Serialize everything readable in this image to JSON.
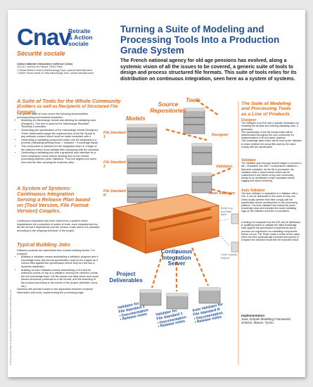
{
  "logo": {
    "word": "Cnav",
    "side_line1": "Retraite",
    "side_line2": "& Action",
    "side_line3": "sociale",
    "subtitle": "Sécurité sociale"
  },
  "org": {
    "line1": "Caisse nationale d'assurance vieillesse (Cnav)",
    "line2": "110-112, avenue de Flandre 75019 Paris",
    "line3": "• Pascal Rivière Head of Methodology Dept • pascal.riviere@cnav.fr",
    "line4": "• Olivier Rosec Head of Data Interchange Unit • olivier.rosec@cnav.fr"
  },
  "title": "Turning a Suite of Modeling and Processing Tools Into a Production Grade System",
  "intro": "The French national agency for old age pensions has evolved, along a systemic vision of all the issues to be covered, a generic suite of tools to design and process structured file formats. This suite of tools relies for its distribution on continuous integration, seen here as a system of systems.",
  "left": {
    "s1_title_1": "A Suite of Tools for the Whole Community",
    "s1_title_2": "(Emitters as well as Recipients of Structured File Formats)",
    "s1_intro": "The generic suite of tools covers the following functionalities (corresponding tool between brackets):",
    "s1_items": [
      "Modeling an interchange format and defining its validating rules (Designer). This tool is used by the Interchange Standard Technical Committee",
      "Generating the specification of the interchange format (Designer). These deliverables target the implementers of the file format in any software product which must be made compliant with it",
      "Generating a validating component which can be integrated in a process (Validating building block = Validator + Knowledge Base)",
      "This component is intended for the integration team in charge of the platform which must validate files complying with the standard",
      "Generating a validating tool with a graphical user interface for a local compliance check before sending files to the remote processing platform (Auto Validator). This tool targets end users who emit the files carrying the business data"
    ],
    "s2_title_1": "A System of Systems:",
    "s2_title_2": "Continuous Integration",
    "s2_title_3": "Serving a Release Plan based",
    "s2_title_4": "on (Tool Version, File Format",
    "s2_title_5": "Version) Couples.",
    "s2_text": "Continuous integration has been turned into a system which industrializes the production of suites of tools, each characterized by the file format it implements and the version under which it is released according to the shipping schedule of the project.",
    "s3_title": "Typical Building Jobs",
    "s3_intro": "Different products are assembled from shared building blocks. For example:",
    "s3_items": [
      "Building a Validator means assembling a validator program and a knowledge base (the formal specification read by the engine as it checks files against the specification before they are fed into a business database)",
      "Building an Auto Validator means assembling a GUI and its extension points on top of a validator. Among the common points are the knowledge base, the file format and data views and report stream structures particular to a file format, and the branding of the product according to the needs of the project (Website, icons, etc.)"
    ],
    "s3_outro": "Generics still provide thanks to the separation between modeled information and tools, implementing the processing logic."
  },
  "diagram": {
    "source_repos_1": "Source",
    "source_repos_2": "Repositories",
    "models": "Models",
    "tools": "Tools",
    "file_std_1": "File Standard 1",
    "file_std_2": "File Standard 2",
    "file_std_n": "File Standard N",
    "designer": "Designer",
    "validator": "Validator",
    "auto_validator": "Auto Validator",
    "ci_1": "Continuous",
    "ci_2": "Integration",
    "ci_3": "Server",
    "build_log": "Build Log and Mail Alert",
    "code_quality": "Code Quality Report",
    "deliverables_1": "Project",
    "deliverables_2": "Deliverables",
    "out1_1": "Validator for",
    "out1_2": "File Standard 2",
    "out1_3": "• Documentation",
    "out1_4": "• Release notes",
    "out2_1": "Validator for",
    "out2_2": "File Standard 1",
    "out2_3": "• Documentation",
    "out2_4": "• Release notes",
    "out3_1": "Auto Validator for",
    "out3_2": "File Standard N",
    "out3_3": "• Documentation",
    "out3_4": "• Release notes"
  },
  "right": {
    "title_1": "The Suite of Modeling",
    "title_2": "and Processing Tools",
    "title_3": "as a Line of Products",
    "designer_label": "Designer",
    "designer_text": "The Designer is an IDE with a specific declaration for modeling file formats and entering validating rules. It generates:",
    "designer_items": [
      "The specification of the file format which will be disseminated throughout the user community for implementation in all end users' systems",
      "The knowledge base which will be read by the Validator to check whether the actual files sent by the users comply with the specification"
    ],
    "validator_label": "Validator",
    "validator_text": "The Validator goes through several stages to process a file: • Extraction into XML • Conformance validation • Semantic validation. As the file is processed, the Validator emits a report stream which can be customized to the needs of any user community, thanks to an architecture which separates events logging and report rendering.",
    "auto_label": "Auto Validator",
    "auto_text": "The Auto Validator is equivalent to a Validator with a GUI. It can be distributed to the users so they can check locally whether their files comply with the specification before sending them to the processing platform. The Auto Validator has exactly the same knowledge base and executes the same validating logic as the Validator used live in production.",
    "testing_text": "A testing tool separate from the IDE can be distributed to qualifying teams to validate the initial knowledge base against the specification it implements and to process non-regression non-validating components before roll-out. The Tester loads a series of test cases which are then automatically executed and parsed to compare the obtained result with the expected result.",
    "impl_title": "Implementation",
    "impl_text": "Java, Eclipse Modeling Framework, Jenkins, Maven, Tycho.",
    "footer": "Conception graphique & typographie : Yves Bonnefoux www.yvesbonnefoux.com"
  }
}
